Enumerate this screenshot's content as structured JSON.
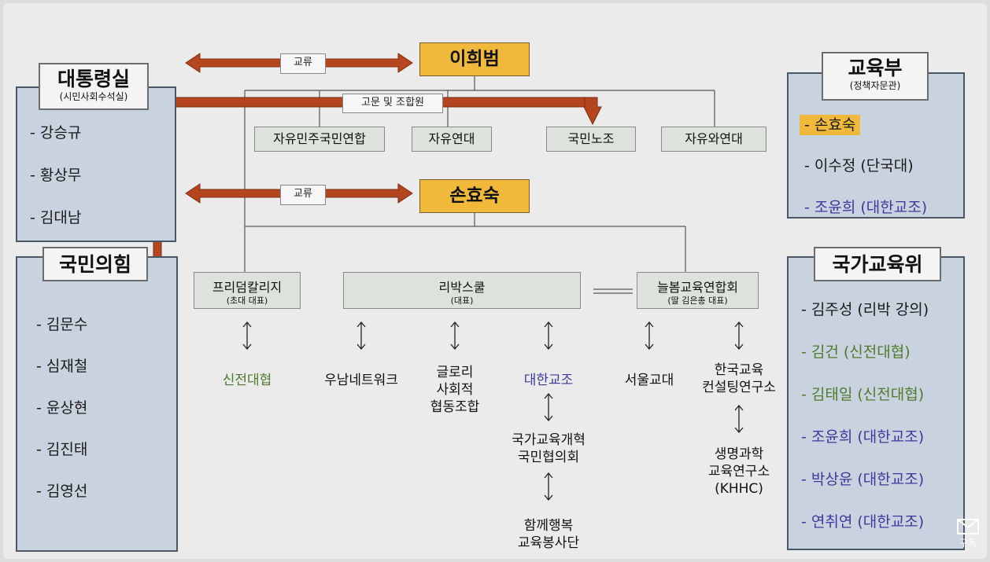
{
  "colors": {
    "panel": "#c9d3df",
    "highlight": "#f0b93b",
    "arrow": "#b5451e",
    "green_text": "#4f7a2c",
    "blue_text": "#3c3a9c"
  },
  "presidential_office": {
    "title": "대통령실",
    "subtitle": "(시민사회수석실)",
    "members": [
      "- 강승규",
      "- 황상무",
      "- 김대남"
    ]
  },
  "ppp": {
    "title": "국민의힘",
    "members": [
      "- 김문수",
      "- 심재철",
      "- 윤상현",
      "- 김진태",
      "- 김영선"
    ]
  },
  "moe": {
    "title": "교육부",
    "subtitle": "(정책자문관)",
    "members": [
      {
        "text": "- 손효숙",
        "style": "highlight"
      },
      {
        "text": "- 이수정 (단국대)",
        "style": "normal"
      },
      {
        "text": "- 조윤희 (대한교조)",
        "style": "blue"
      }
    ]
  },
  "nec": {
    "title": "국가교육위",
    "members": [
      {
        "text": "- 김주성 (리박 강의)",
        "style": "normal"
      },
      {
        "text": "- 김건 (신전대협)",
        "style": "green"
      },
      {
        "text": "- 김태일 (신전대협)",
        "style": "green"
      },
      {
        "text": "- 조윤희 (대한교조)",
        "style": "blue"
      },
      {
        "text": "- 박상윤 (대한교조)",
        "style": "blue"
      },
      {
        "text": "- 연취연 (대한교조)",
        "style": "blue"
      }
    ]
  },
  "center": {
    "person1": "이희범",
    "person2": "손효숙",
    "exchange_label": "교류",
    "advisor_label": "고문 및 조합원",
    "groups1": [
      "자유민주국민연합",
      "자유연대",
      "국민노조",
      "자유와연대"
    ],
    "freedom_college": {
      "name": "프리덤칼리지",
      "sub": "(초대 대표)"
    },
    "ribak": {
      "name": "리박스쿨",
      "sub": "(대표)"
    },
    "neulbom": {
      "name": "늘봄교육연합회",
      "sub": "(딸 김은총 대표)"
    },
    "orgs": {
      "sinjeon": "신전대협",
      "unam": "우남네트워크",
      "glory": "글로리\n사회적\n협동조합",
      "daehan": "대한교조",
      "seoul": "서울교대",
      "korea_consulting": "한국교육\n컨설팅연구소",
      "national_reform": "국가교육개혁\n국민협의회",
      "together": "함께행복\n교육봉사단",
      "life_science": "생명과학\n교육연구소\n(KHHC)"
    }
  },
  "subscribe_label": "구독"
}
